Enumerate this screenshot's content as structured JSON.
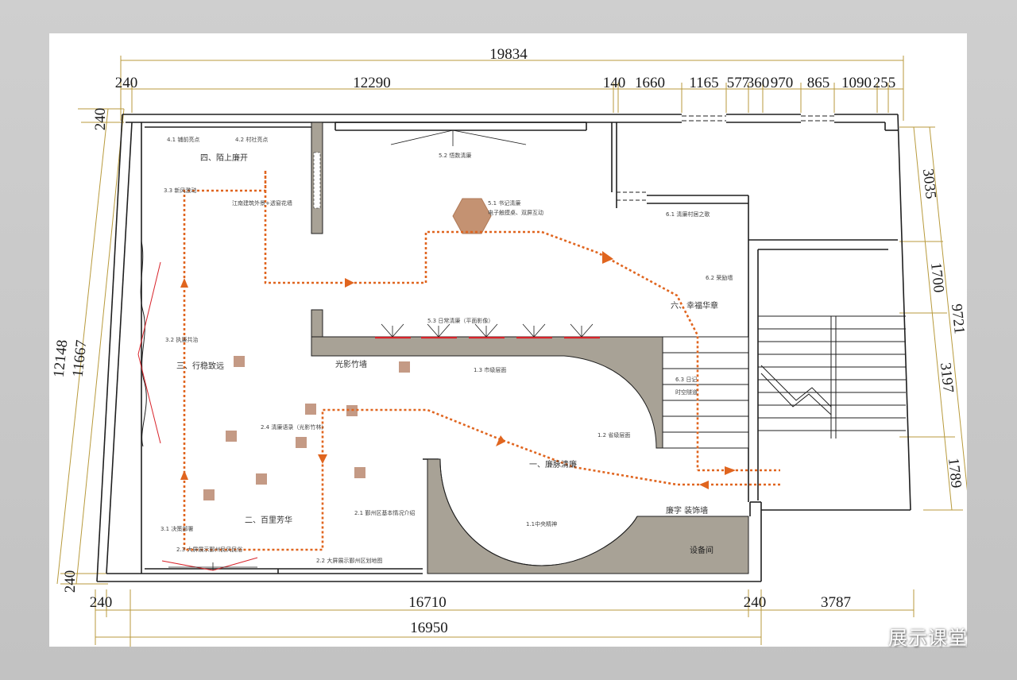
{
  "colors": {
    "dimension_line": "#b89a3c",
    "wall": "#1f1f1f",
    "gray_fill": "#a8a296",
    "route": "#e0651f",
    "hexagon": "#c49272",
    "marker_square": "#c49a85",
    "red_line": "#d8232a"
  },
  "dimensions": {
    "top_total": "19834",
    "top_segments": [
      "240",
      "12290",
      "140",
      "1660",
      "1165",
      "577",
      "360",
      "970",
      "865",
      "1090",
      "255"
    ],
    "bottom_segments": [
      "240",
      "16710",
      "240",
      "3787"
    ],
    "bottom_total": "16950",
    "left_outer": "12148",
    "left_inner": "11667",
    "left_top": "240",
    "left_bottom": "240",
    "right_segments": [
      "3035",
      "1700",
      "3197",
      "1789"
    ],
    "right_total": "9721"
  },
  "labels": {
    "z41": "4.1 铺前亮点",
    "z42": "4.2 村社亮点",
    "sec4": "四、陌上廉开",
    "z33": "3.3 新风激动",
    "jiangnan": "江南建筑外景+透窗花墙",
    "z32": "3.2 执廉共治",
    "sec3": "三、行稳致远",
    "z31": "3.1 决策部署",
    "z23": "2.3 大屏展示鄞州民风民俗",
    "sec2": "二、百里芳华",
    "z24": "2.4 清廉语录（光影竹林）",
    "z21": "2.1 鄞州区基本情况介绍",
    "z22": "2.2 大屏展示鄞州区划地图",
    "guangying": "光影竹墙",
    "z53": "5.3 日常清廉（平面影像）",
    "z52": "5.2 悟数清廉",
    "z51a": "5.1 书记清廉",
    "z51b": "电子触摸桌、双屏互动",
    "z61": "6.1 清廉村居之歌",
    "z62": "6.2 荣励墙",
    "sec6": "六、幸福华章",
    "z63a": "6.3 日记",
    "z63b": "时空隧道",
    "z13": "1.3 市级层面",
    "z12": "1.2 省级层面",
    "sec1": "一、廉脉清廉",
    "z11": "1.1中央精神",
    "lianzi": "廉字 装饰墙",
    "equipment": "设备间"
  },
  "watermark": {
    "icon": "wechat-icon",
    "text": "展示课堂"
  }
}
